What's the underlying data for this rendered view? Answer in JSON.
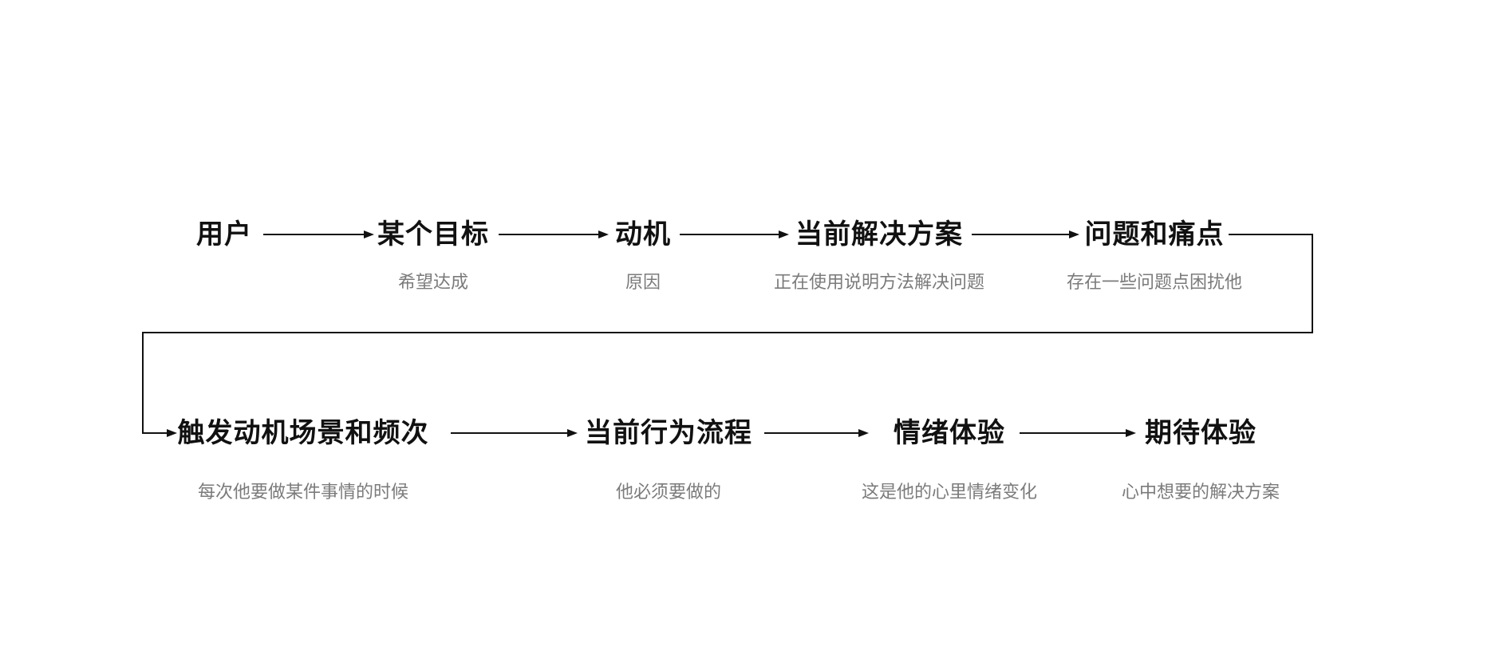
{
  "canvas": {
    "background": "#ffffff"
  },
  "colors": {
    "node_text": "#111111",
    "sublabel_text": "#7b7b7b",
    "connector_line": "#111111"
  },
  "diagram": {
    "type": "flowchart",
    "direction": "two-row serpentine, left-to-right",
    "rows": [
      {
        "nodes": [
          {
            "label": "用户",
            "sublabel": ""
          },
          {
            "label": "某个目标",
            "sublabel": "希望达成"
          },
          {
            "label": "动机",
            "sublabel": "原因"
          },
          {
            "label": "当前解决方案",
            "sublabel": "正在使用说明方法解决问题"
          },
          {
            "label": "问题和痛点",
            "sublabel": "存在一些问题点困扰他"
          }
        ]
      },
      {
        "nodes": [
          {
            "label": "触发动机场景和频次",
            "sublabel": "每次他要做某件事情的时候"
          },
          {
            "label": "当前行为流程",
            "sublabel": "他必须要做的"
          },
          {
            "label": "情绪体验",
            "sublabel": "这是他的心里情绪变化"
          },
          {
            "label": "期待体验",
            "sublabel": "心中想要的解决方案"
          }
        ]
      }
    ]
  }
}
